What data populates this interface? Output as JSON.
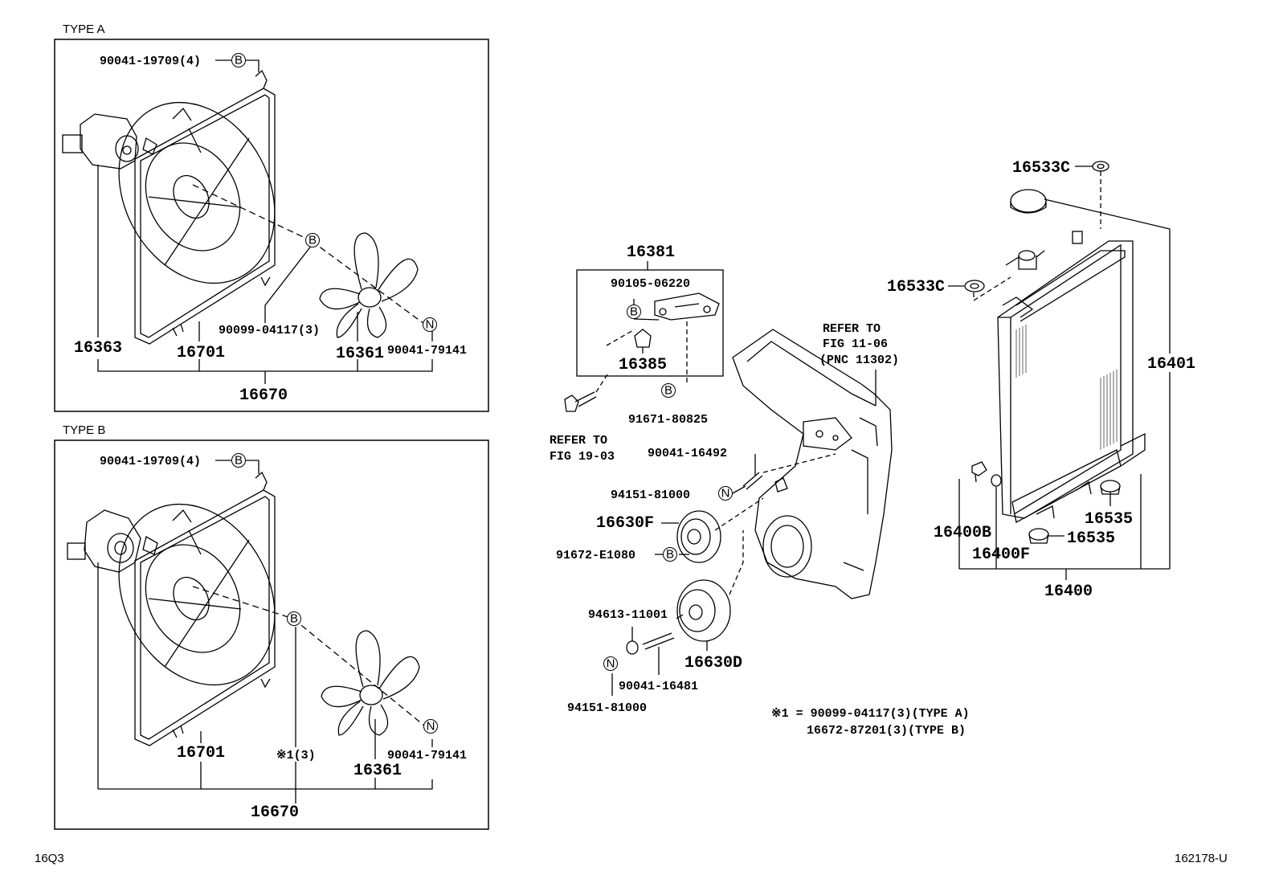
{
  "panels": {
    "type_a_title": "TYPE A",
    "type_b_title": "TYPE B"
  },
  "type_a": {
    "p_90041_19709": "90041-19709(4)",
    "p_90099_04117": "90099-04117(3)",
    "p_90041_79141": "90041-79141",
    "p_16363": "16363",
    "p_16701": "16701",
    "p_16361": "16361",
    "p_16670": "16670"
  },
  "type_b": {
    "p_90041_19709": "90041-19709(4)",
    "p_note_ref": "※1(3)",
    "p_90041_79141": "90041-79141",
    "p_16701": "16701",
    "p_16361": "16361",
    "p_16670": "16670"
  },
  "center": {
    "p_16381": "16381",
    "p_90105_06220": "90105-06220",
    "p_16385": "16385",
    "p_91671_80825": "91671-80825",
    "refer_fig19_line1": "REFER TO",
    "refer_fig19_line2": "FIG 19-03",
    "p_90041_16492": "90041-16492",
    "p_94151_81000_a": "94151-81000",
    "p_16630F": "16630F",
    "p_91672_E1080": "91672-E1080",
    "p_94613_11001": "94613-11001",
    "p_16630D": "16630D",
    "p_90041_16481": "90041-16481",
    "p_94151_81000_b": "94151-81000",
    "refer_fig11_line1": "REFER TO",
    "refer_fig11_line2": "FIG 11-06",
    "refer_fig11_line3": "(PNC 11302)"
  },
  "notes": {
    "note_line1": "※1 = 90099-04117(3)(TYPE A)",
    "note_line2": "16672-87201(3)(TYPE B)"
  },
  "radiator": {
    "p_16533C_top": "16533C",
    "p_16533C_mid": "16533C",
    "p_16401": "16401",
    "p_16400B": "16400B",
    "p_16400F": "16400F",
    "p_16535_a": "16535",
    "p_16535_b": "16535",
    "p_16400": "16400"
  },
  "markers": {
    "b": "B",
    "n": "N"
  },
  "footer": {
    "left_code": "16Q3",
    "right_code": "162178-U"
  }
}
